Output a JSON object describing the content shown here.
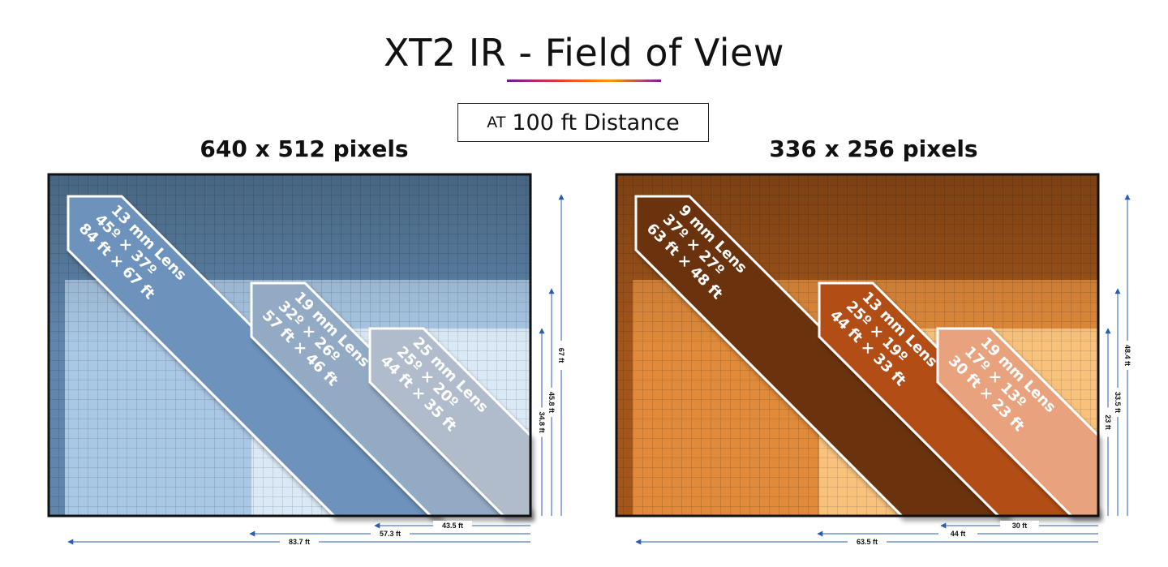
{
  "title": "XT2 IR - Field of View",
  "distance": {
    "prefix": "AT",
    "value": "100 ft Distance"
  },
  "panels": [
    {
      "resolution": "640 x 512 pixels",
      "theme": "blue",
      "colors": {
        "bg1": "#5f87ad",
        "bg2": "#a9c8e6",
        "bg3": "#dbe9f6",
        "arrow1": "#6d93bd",
        "arrow2": "#93aac4",
        "arrow3": "#b0bccb"
      },
      "lenses": [
        {
          "lens": "13 mm Lens",
          "angle": "45º × 37º",
          "size": "84 ft × 67 ft"
        },
        {
          "lens": "19 mm Lens",
          "angle": "32º × 26º",
          "size": "57 ft × 46 ft"
        },
        {
          "lens": "25 mm Lens",
          "angle": "25º × 20º",
          "size": "44 ft × 35 ft"
        }
      ],
      "vertical_dims": [
        "67 ft",
        "45.8 ft",
        "34.8 ft"
      ],
      "horizontal_dims": [
        "43.5 ft",
        "57.3 ft",
        "83.7 ft"
      ]
    },
    {
      "resolution": "336 x 256 pixels",
      "theme": "orange",
      "colors": {
        "bg1": "#a4561a",
        "bg2": "#e08a3a",
        "bg3": "#f8c27d",
        "arrow1": "#6b3010",
        "arrow2": "#b24d14",
        "arrow3": "#e8a27d"
      },
      "lenses": [
        {
          "lens": "9 mm Lens",
          "angle": "37º × 27º",
          "size": "63 ft × 48 ft"
        },
        {
          "lens": "13 mm Lens",
          "angle": "25º × 19º",
          "size": "44 ft × 33 ft"
        },
        {
          "lens": "19 mm Lens",
          "angle": "17º × 13º",
          "size": "30 ft × 23 ft"
        }
      ],
      "vertical_dims": [
        "48.4 ft",
        "33.5 ft",
        "23 ft"
      ],
      "horizontal_dims": [
        "30 ft",
        "44 ft",
        "63.5 ft"
      ]
    }
  ]
}
